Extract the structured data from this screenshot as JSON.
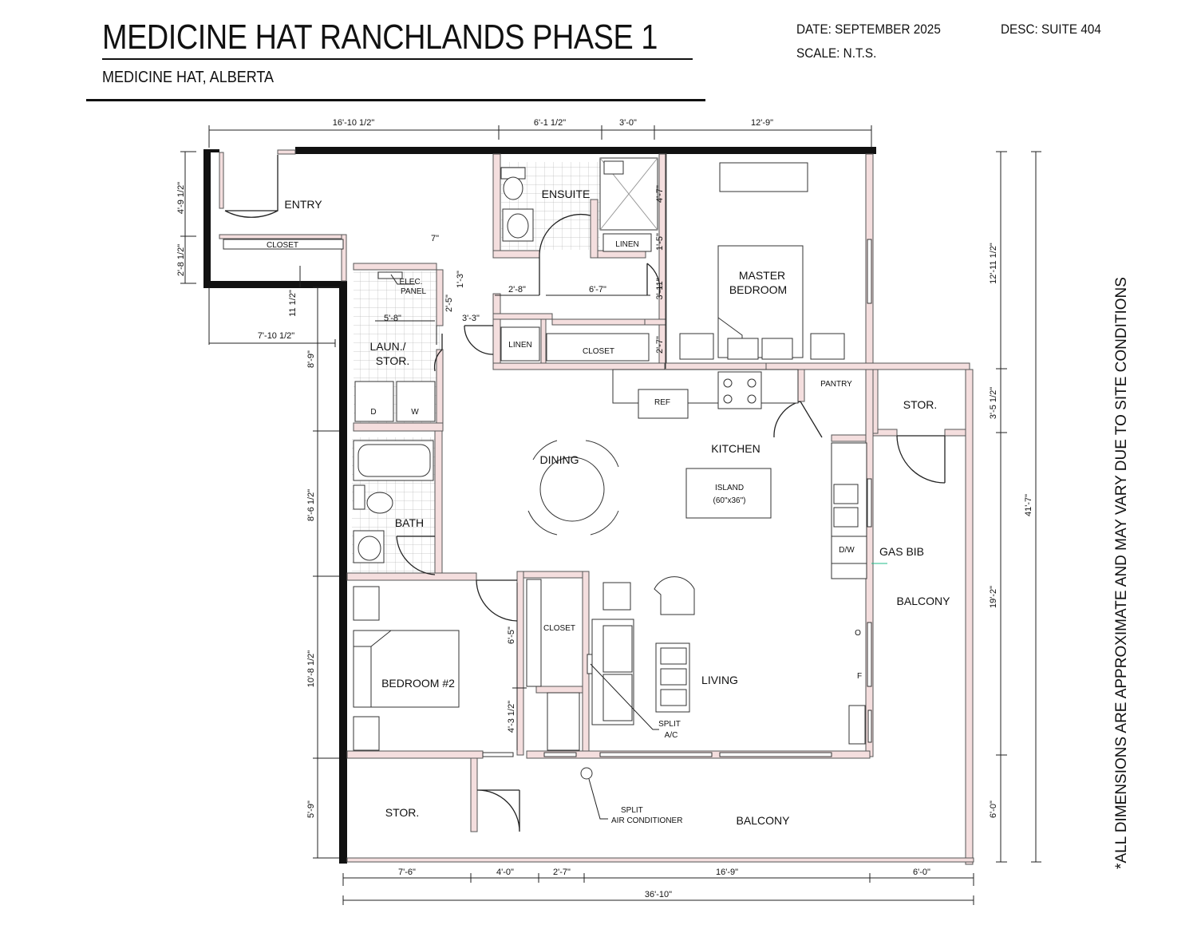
{
  "header": {
    "title": "MEDICINE HAT RANCHLANDS PHASE 1",
    "subtitle": "MEDICINE HAT, ALBERTA",
    "date": "DATE: SEPTEMBER 2025",
    "scale": "SCALE: N.T.S.",
    "desc": "DESC: SUITE 404"
  },
  "note": "*ALL DIMENSIONS ARE APPROXIMATE AND MAY VARY DUE TO SITE CONDITIONS",
  "rooms": {
    "entry": "ENTRY",
    "closet_entry": "CLOSET",
    "ensuite": "ENSUITE",
    "linen_ensuite": "LINEN",
    "master_l1": "MASTER",
    "master_l2": "BEDROOM",
    "elec_l1": "ELEC.",
    "elec_l2": "PANEL",
    "laun_l1": "LAUN./",
    "laun_l2": "STOR.",
    "dryer": "D",
    "washer": "W",
    "linen_hall": "LINEN",
    "closet_hall": "CLOSET",
    "ref": "REF",
    "pantry": "PANTRY",
    "stor_east": "STOR.",
    "kitchen": "KITCHEN",
    "dining": "DINING",
    "island_l1": "ISLAND",
    "island_l2": "(60\"x36\")",
    "bath": "BATH",
    "dw": "D/W",
    "gas_bib": "GAS BIB",
    "balcony_east": "BALCONY",
    "closet_bed2": "CLOSET",
    "bedroom2": "BEDROOM  #2",
    "living": "LIVING",
    "split_ac_l1": "SPLIT",
    "split_ac_l2": "A/C",
    "fireplace_o": "O",
    "fireplace_f": "F",
    "stor_south": "STOR.",
    "split_air_l1": "SPLIT",
    "split_air_l2": "AIR CONDITIONER",
    "balcony_south": "BALCONY"
  },
  "dimensions": {
    "top_1": "16'-10 1/2\"",
    "top_2": "6'-1 1/2\"",
    "top_3": "3'-0\"",
    "top_4": "12'-9\"",
    "left_entry": "4'-9 1/2\"",
    "left_closet": "2'-8 1/2\"",
    "left_step": "11 1/2\"",
    "entry_width": "7'-10 1/2\"",
    "left_laundry": "8'-9\"",
    "left_bath": "8'-6 1/2\"",
    "left_bedroom": "10'-8 1/2\"",
    "left_stor": "5'-9\"",
    "elec_top": "7\"",
    "elec_side": "2'-5\"",
    "elec_off": "1'-3\"",
    "laundry_w": "5'-8\"",
    "hall_off": "3'-3\"",
    "hall_a": "2'-8\"",
    "hall_b": "6'-7\"",
    "ens_shower": "4'-7\"",
    "ens_linen": "1'-5\"",
    "ens_hall": "3'-11\"",
    "ens_closet": "2'-7\"",
    "bed2_closet": "6'-5\"",
    "bed2_nook": "4'-3 1/2\"",
    "right_master": "12'-11 1/2\"",
    "right_stor": "3'-5 1/2\"",
    "right_living": "19'-2\"",
    "right_balcony": "6'-0\"",
    "right_total": "41'-7\"",
    "bot_1": "7'-6\"",
    "bot_2": "4'-0\"",
    "bot_3": "2'-7\"",
    "bot_4": "16'-9\"",
    "bot_5": "6'-0\"",
    "bot_total": "36'-10\""
  }
}
